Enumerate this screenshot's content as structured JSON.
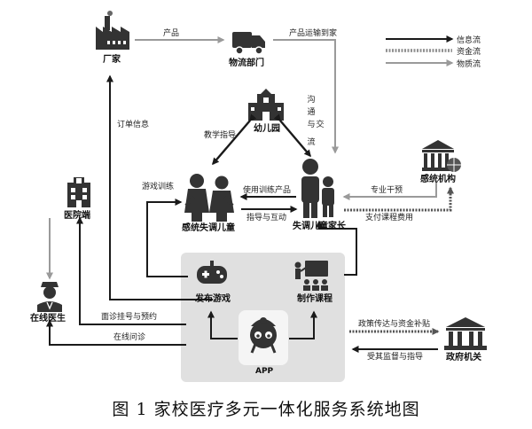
{
  "legend": {
    "info_flow": "信息流",
    "capital_flow": "资金流",
    "material_flow": "物质流"
  },
  "nodes": {
    "factory": "厂家",
    "logistics": "物流部门",
    "kindergarten": "幼儿园",
    "child": "感统失调儿童",
    "parent": "失调儿童家长",
    "institution": "感统机构",
    "hospital": "医院端",
    "doctor": "在线医生",
    "publish_game": "发布游戏",
    "make_course": "制作课程",
    "app": "APP",
    "government": "政府机关"
  },
  "edges": {
    "product": "产品",
    "product_delivery": "产品运输到家",
    "order_info": "订单信息",
    "teaching_guidance": "教学指导",
    "communicate_1": "沟",
    "communicate_2": "通",
    "communicate_3": "与",
    "communicate_4": "交",
    "communicate_5": "流",
    "game_training": "游戏训练",
    "use_training_product": "使用训练产品",
    "guide_interact": "指导与互动",
    "professional_intervention": "专业干预",
    "pay_course_fee": "支付课程费用",
    "followup_registration": "面诊挂号与预约",
    "online_consult": "在线问诊",
    "policy_subsidy": "政策传达与资金补贴",
    "supervise_guide": "受其监督与指导"
  },
  "caption": "图 1  家校医疗多元一体化服务系统地图"
}
